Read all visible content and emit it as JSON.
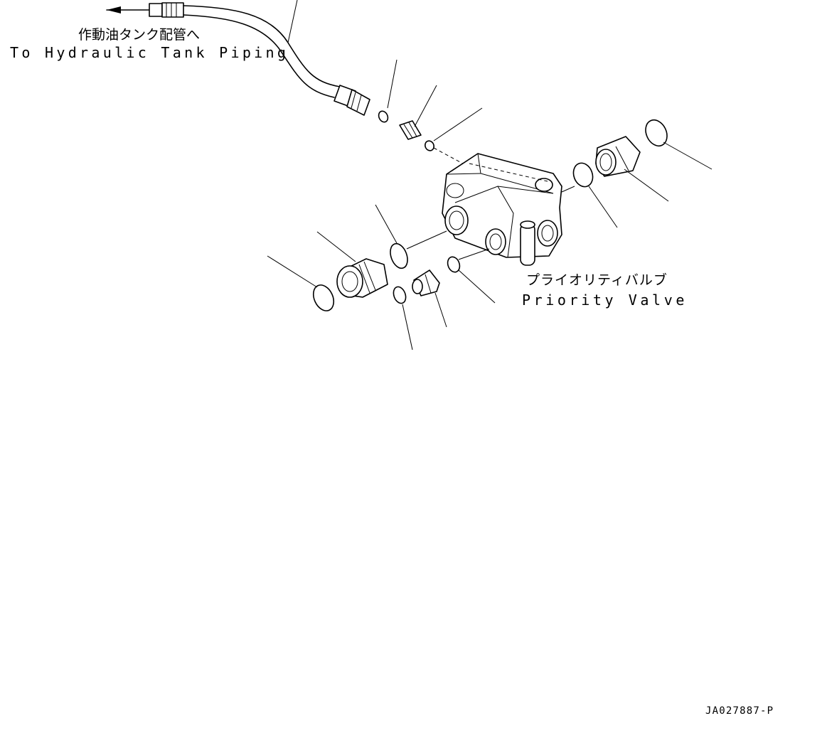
{
  "labels": {
    "tank_piping_jp": "作動油タンク配管へ",
    "tank_piping_en": "To Hydraulic Tank Piping",
    "priority_valve_jp": "プライオリティバルブ",
    "priority_valve_en": "Priority Valve",
    "drawing_code": "JA027887-P"
  }
}
